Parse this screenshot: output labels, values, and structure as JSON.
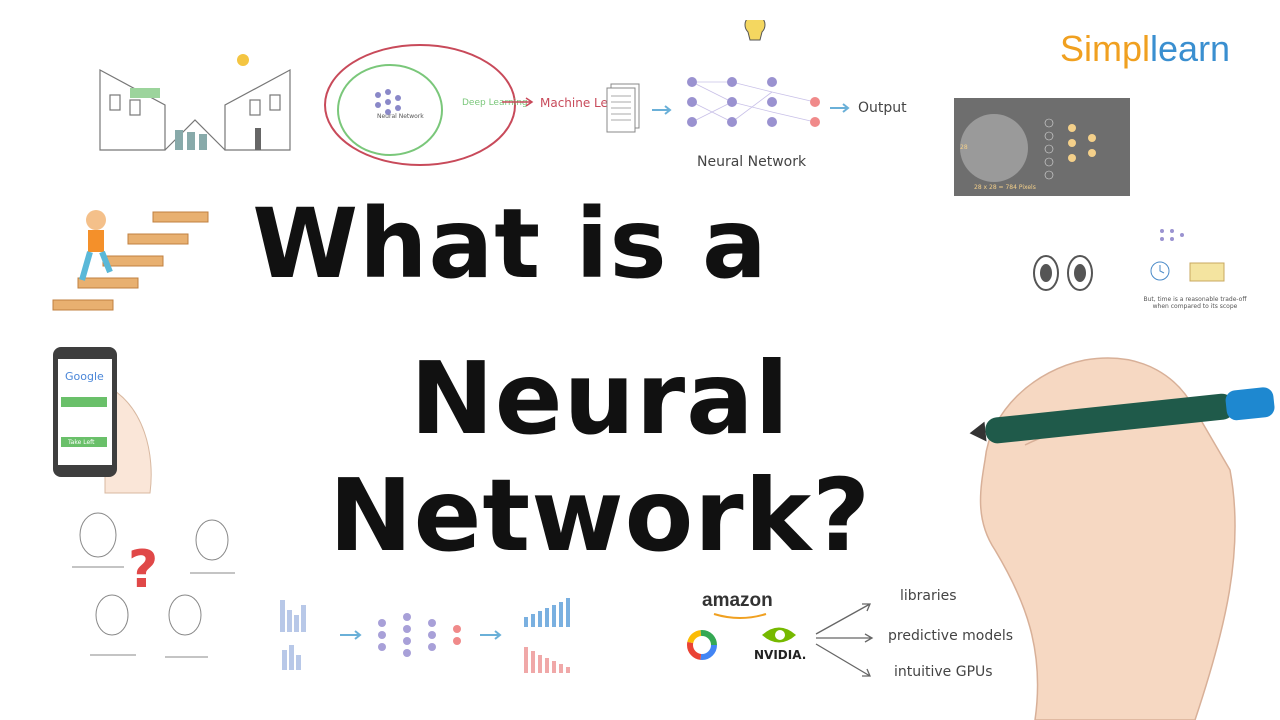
{
  "title": {
    "line1": "What is a",
    "line2": "Neural Network?"
  },
  "brand": {
    "part1": "Simpl",
    "part2": "learn"
  },
  "diagram_top": {
    "nn_small": "Neural Network",
    "deep_learning": "Deep Learning",
    "machine_learning": "Machine Learn",
    "nn_label": "Neural Network",
    "output": "Output"
  },
  "mnist": {
    "caption": "28 x 28 = 784 Pixels",
    "side": "28"
  },
  "phone": {
    "brand": "Google",
    "btn1": "",
    "btn2": "Take Left"
  },
  "tradeoff": "But, time is a reasonable trade-off when compared to its scope",
  "companies": {
    "amazon": "amazon",
    "nvidia": "NVIDIA.",
    "items": [
      "libraries",
      "predictive models",
      "intuitive GPUs"
    ]
  },
  "colors": {
    "brand_orange": "#f0a020",
    "brand_blue": "#3a8fd0",
    "marker": "#1f5a4a",
    "cap": "#1e88d0"
  }
}
